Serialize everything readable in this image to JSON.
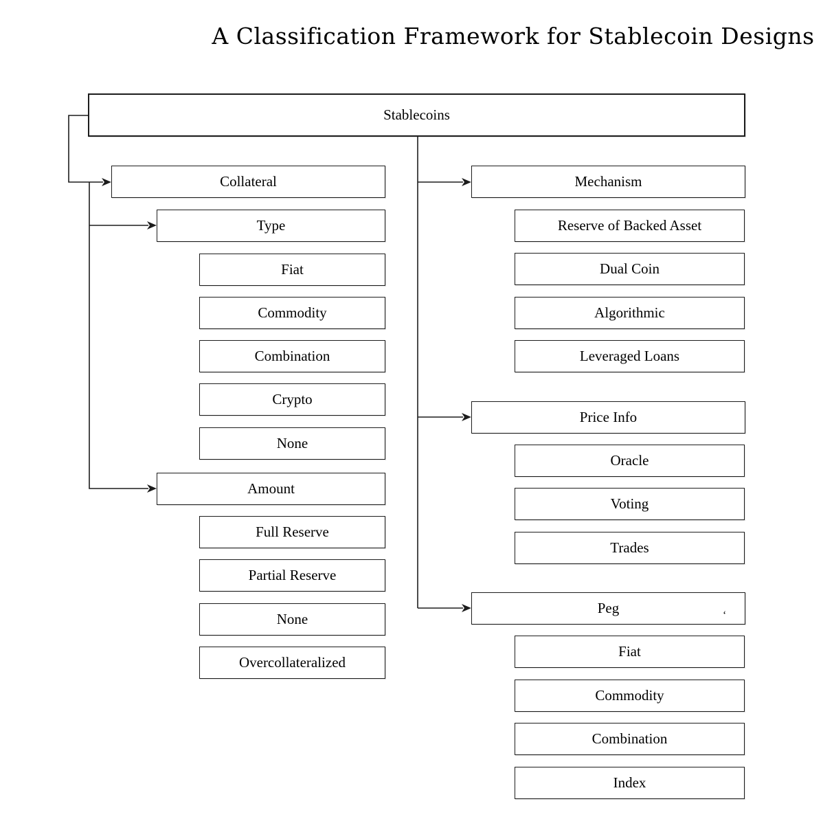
{
  "title": "A Classification Framework for Stablecoin Designs",
  "colors": {
    "border": "#1c1c1c",
    "background": "#ffffff",
    "text": "#000000"
  },
  "tree": {
    "root": "Stablecoins",
    "left": {
      "collateral": {
        "label": "Collateral",
        "type": {
          "label": "Type",
          "options": [
            "Fiat",
            "Commodity",
            "Combination",
            "Crypto",
            "None"
          ]
        },
        "amount": {
          "label": "Amount",
          "options": [
            "Full Reserve",
            "Partial Reserve",
            "None",
            "Overcollateralized"
          ]
        }
      }
    },
    "right": {
      "mechanism": {
        "label": "Mechanism",
        "options": [
          "Reserve of Backed Asset",
          "Dual Coin",
          "Algorithmic",
          "Leveraged Loans"
        ]
      },
      "price_info": {
        "label": "Price Info",
        "options": [
          "Oracle",
          "Voting",
          "Trades"
        ]
      },
      "peg": {
        "label": "Peg",
        "stray_mark": "‘",
        "options": [
          "Fiat",
          "Commodity",
          "Combination",
          "Index"
        ]
      }
    }
  }
}
